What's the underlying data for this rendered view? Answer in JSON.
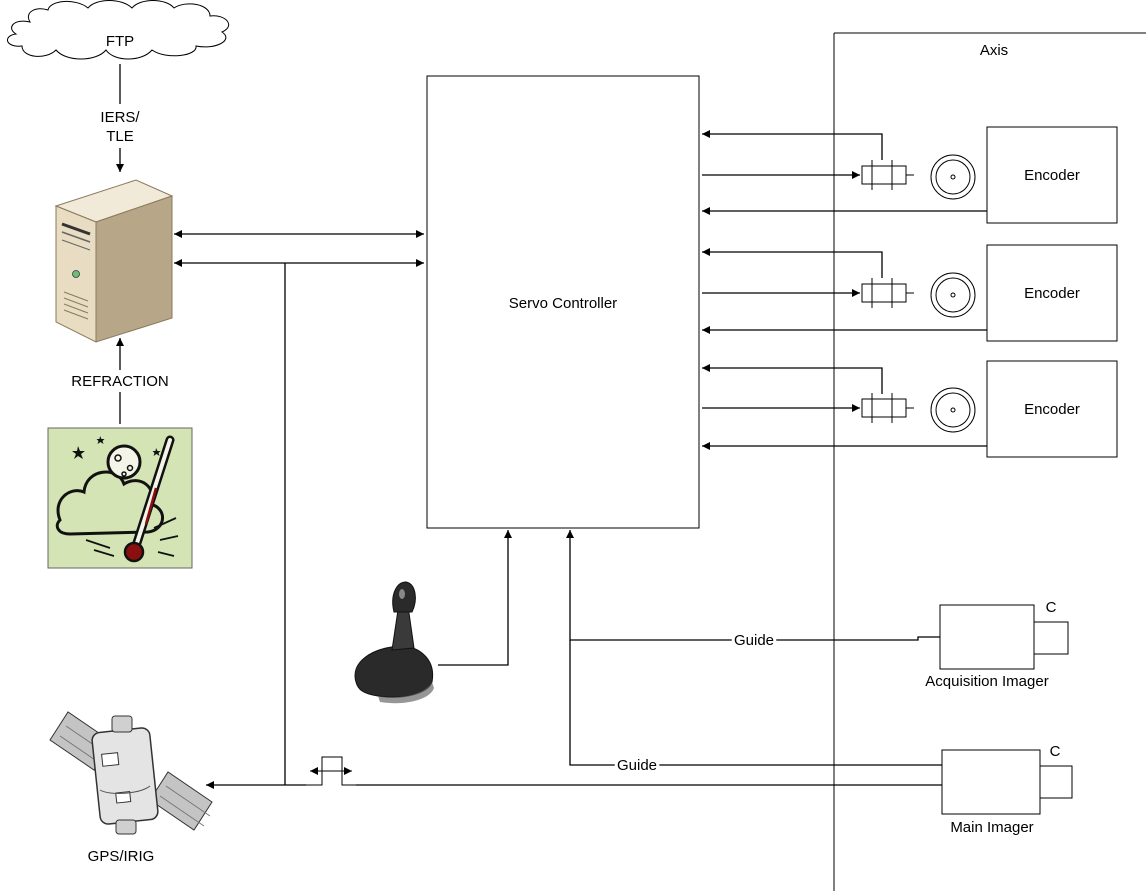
{
  "labels": {
    "ftp": "FTP",
    "iers_line1": "IERS/",
    "iers_line2": "TLE",
    "refraction": "REFRACTION",
    "gps": "GPS/IRIG",
    "servo": "Servo Controller",
    "axis": "Axis",
    "encoder": "Encoder",
    "guide": "Guide",
    "camera_c": "C",
    "acquisition": "Acquisition Imager",
    "main_imager": "Main Imager"
  },
  "icons": {
    "cloud": "cloud-icon",
    "server": "server-computer-icon",
    "weather": "weather-thermometer-icon",
    "joystick": "joystick-icon",
    "satellite": "satellite-icon",
    "motor": "motor-icon",
    "coupling": "shaft-coupling-icon",
    "pulse": "pulse-signal-icon"
  },
  "colors": {
    "weather_bg": "#d4e4b4",
    "server_body": "#e8dcc2",
    "server_side": "#b8a688",
    "joystick": "#2a2a2a",
    "satellite_gray": "#9a9a9a"
  }
}
